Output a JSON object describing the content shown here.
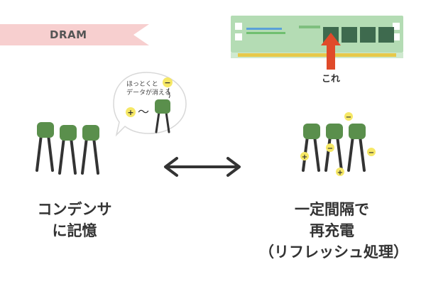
{
  "banner": {
    "label": "DRAM"
  },
  "ram": {
    "pointer_label": "これ"
  },
  "bubble": {
    "text_line1": "ほっとくと",
    "text_line2": "データが消える",
    "plus": "+",
    "minus": "−",
    "tilde": "〜"
  },
  "left_caption": {
    "line1": "コンデンサ",
    "line2": "に記憶"
  },
  "right_caption": {
    "line1": "一定間隔で",
    "line2": "再充電",
    "line3": "（リフレッシュ処理）"
  },
  "charges": {
    "plus": "+",
    "minus": "−"
  },
  "colors": {
    "banner": "#f7cfcf",
    "pcb_green": "#b4dcb4",
    "chip": "#3e6a4e",
    "arrow_red": "#e04a2a",
    "capacitor_body": "#5a8f4c",
    "capacitor_leg": "#333333",
    "charge_yellow": "#f6e866"
  },
  "icons": [
    "ram-module",
    "red-up-arrow",
    "capacitor",
    "double-arrow",
    "speech-bubble"
  ]
}
